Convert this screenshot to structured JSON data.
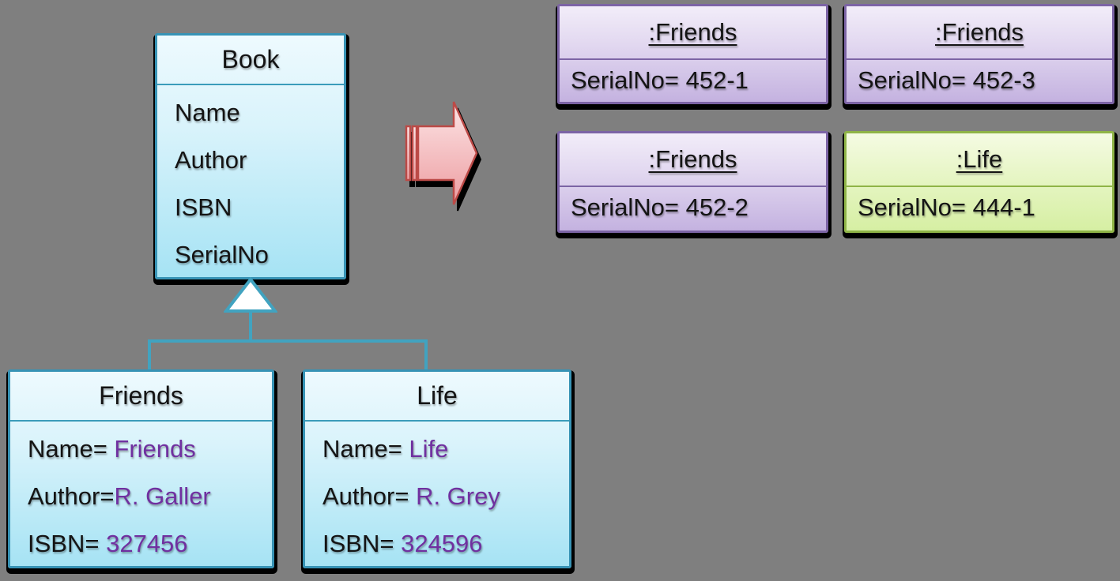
{
  "diagram": {
    "book_class": {
      "title": "Book",
      "attributes": [
        "Name",
        "Author",
        "ISBN",
        "SerialNo"
      ]
    },
    "friends_class": {
      "title": "Friends",
      "attributes": [
        {
          "label": "Name=",
          "value": " Friends"
        },
        {
          "label": "Author=",
          "value": "R. Galler"
        },
        {
          "label": "ISBN=",
          "value": " 327456"
        }
      ]
    },
    "life_class": {
      "title": "Life",
      "attributes": [
        {
          "label": "Name=",
          "value": " Life"
        },
        {
          "label": "Author=",
          "value": " R. Grey"
        },
        {
          "label": "ISBN=",
          "value": " 324596"
        }
      ]
    },
    "instances": [
      {
        "title": ":Friends",
        "attribute": "SerialNo= 452-1",
        "theme": "purple"
      },
      {
        "title": ":Friends",
        "attribute": "SerialNo= 452-3",
        "theme": "purple"
      },
      {
        "title": ":Friends",
        "attribute": "SerialNo= 452-2",
        "theme": "purple"
      },
      {
        "title": ":Life",
        "attribute": "SerialNo= 444-1",
        "theme": "green"
      }
    ],
    "colors": {
      "canvas_background": "#7f7f7f",
      "class_box_border": "#3793b5",
      "class_box_fill_top": "#eefafe",
      "class_box_fill_bottom": "#a6e3f4",
      "connector_line": "#41a3c0",
      "attribute_value_text": "#7030a0",
      "instance_purple_border": "#7c64a5",
      "instance_purple_fill_bottom": "#c4b2e0",
      "instance_green_border": "#8fb447",
      "instance_green_fill_bottom": "#d6efa3",
      "arrow_border": "#bc4a47",
      "arrow_fill_top": "#fce4e5",
      "arrow_fill_bottom": "#ed9da1",
      "shadow": "#000000"
    }
  }
}
